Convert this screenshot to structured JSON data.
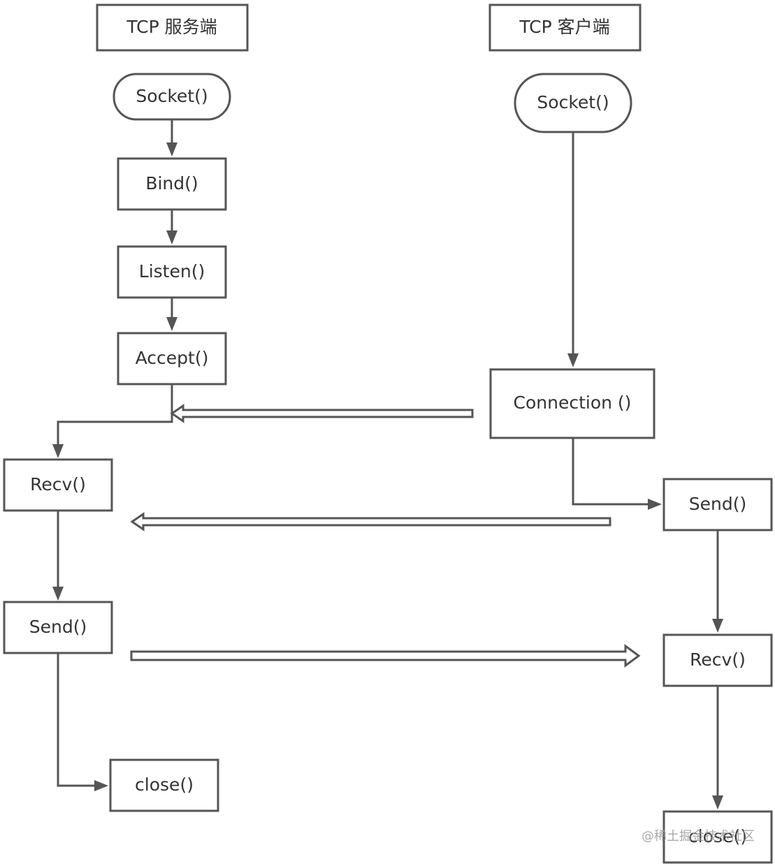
{
  "server": {
    "title": "TCP 服务端",
    "nodes": {
      "socket": "Socket()",
      "bind": "Bind()",
      "listen": "Listen()",
      "accept": "Accept()",
      "recv": "Recv()",
      "send": "Send()",
      "close": "close()"
    }
  },
  "client": {
    "title": "TCP 客户端",
    "nodes": {
      "socket": "Socket()",
      "connection": "Connection ()",
      "send": "Send()",
      "recv": "Recv()",
      "close": "close()"
    }
  },
  "watermark": "@稀土掘金技术社区",
  "colors": {
    "stroke": "#555555",
    "text": "#333333",
    "background": "#ffffff"
  }
}
